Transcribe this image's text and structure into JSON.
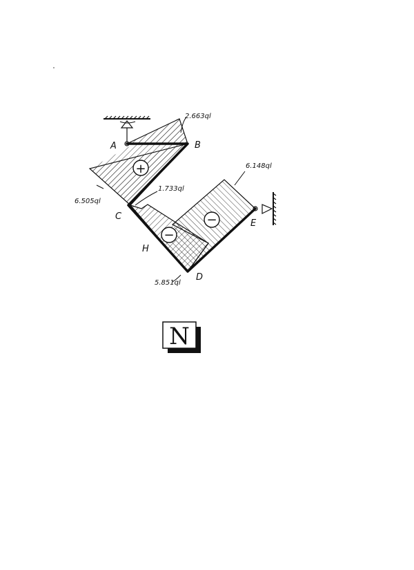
{
  "diagram": {
    "nodes": {
      "A": "A",
      "B": "B",
      "C": "C",
      "D": "D",
      "E": "E",
      "H": "H"
    },
    "values": {
      "at_B": "2.663ql",
      "at_C_left": "6.505ql",
      "at_C_right": "1.733ql",
      "at_D": "5.851ql",
      "at_E": "6.148ql"
    },
    "signs": {
      "upper": "+",
      "middle": "−",
      "right": "−"
    },
    "diagram_letter": "N"
  }
}
